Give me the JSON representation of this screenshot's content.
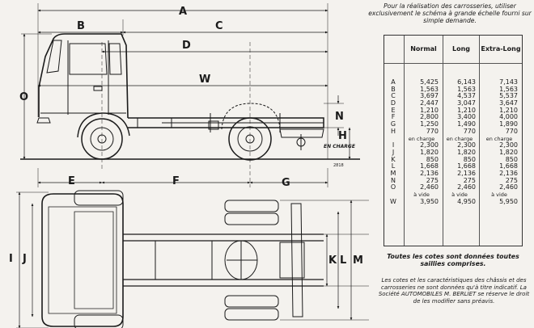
{
  "drawing": {
    "dimension_letters": {
      "A": "A",
      "B": "B",
      "C": "C",
      "D": "D",
      "W": "W",
      "O": "O",
      "N": "N",
      "H": "H",
      "E": "E",
      "F": "F",
      "G": "G",
      "I": "I",
      "J": "J",
      "K": "K",
      "L": "L",
      "M": "M"
    },
    "en_charge_note": "EN CHARGE",
    "drawing_code": "2818"
  },
  "intro_text": "Pour la réalisation des carrosseries, utiliser exclusivement le schéma à grande échelle fourni sur simple demande.",
  "table": {
    "headers": [
      "Normal",
      "Long",
      "Extra-Long"
    ],
    "rows": [
      {
        "letter": "A",
        "normal": "5,425",
        "long": "6,143",
        "extra": "7,143"
      },
      {
        "letter": "B",
        "normal": "1,563",
        "long": "1,563",
        "extra": "1,563"
      },
      {
        "letter": "C",
        "normal": "3,697",
        "long": "4,537",
        "extra": "5,537"
      },
      {
        "letter": "D",
        "normal": "2,447",
        "long": "3,047",
        "extra": "3,647"
      },
      {
        "letter": "E",
        "normal": "1,210",
        "long": "1,210",
        "extra": "1,210"
      },
      {
        "letter": "F",
        "normal": "2,800",
        "long": "3,400",
        "extra": "4,000"
      },
      {
        "letter": "G",
        "normal": "1,250",
        "long": "1,490",
        "extra": "1,890"
      },
      {
        "letter": "H",
        "normal": "770",
        "long": "770",
        "extra": "770"
      },
      {
        "letter": "",
        "normal": "en charge",
        "long": "en charge",
        "extra": "en charge",
        "sub": true
      },
      {
        "letter": "I",
        "normal": "2,300",
        "long": "2,300",
        "extra": "2,300"
      },
      {
        "letter": "J",
        "normal": "1,820",
        "long": "1,820",
        "extra": "1,820"
      },
      {
        "letter": "K",
        "normal": "850",
        "long": "850",
        "extra": "850"
      },
      {
        "letter": "L",
        "normal": "1,668",
        "long": "1,668",
        "extra": "1,668"
      },
      {
        "letter": "M",
        "normal": "2,136",
        "long": "2,136",
        "extra": "2,136"
      },
      {
        "letter": "N",
        "normal": "275",
        "long": "275",
        "extra": "275"
      },
      {
        "letter": "O",
        "normal": "2,460",
        "long": "2,460",
        "extra": "2,460"
      },
      {
        "letter": "",
        "normal": "à vide",
        "long": "à vide",
        "extra": "à vide",
        "sub": true
      },
      {
        "letter": "W",
        "normal": "3,950",
        "long": "4,950",
        "extra": "5,950"
      }
    ]
  },
  "footnote": "Toutes les cotes sont données toutes saillies comprises.",
  "disclaimer": "Les cotes et les caractéristiques des châssis et des carrosseries ne sont données qu'à titre indicatif. La Société AUTOMOBILES M. BERLIET se réserve le droit de les modifier sans préavis."
}
